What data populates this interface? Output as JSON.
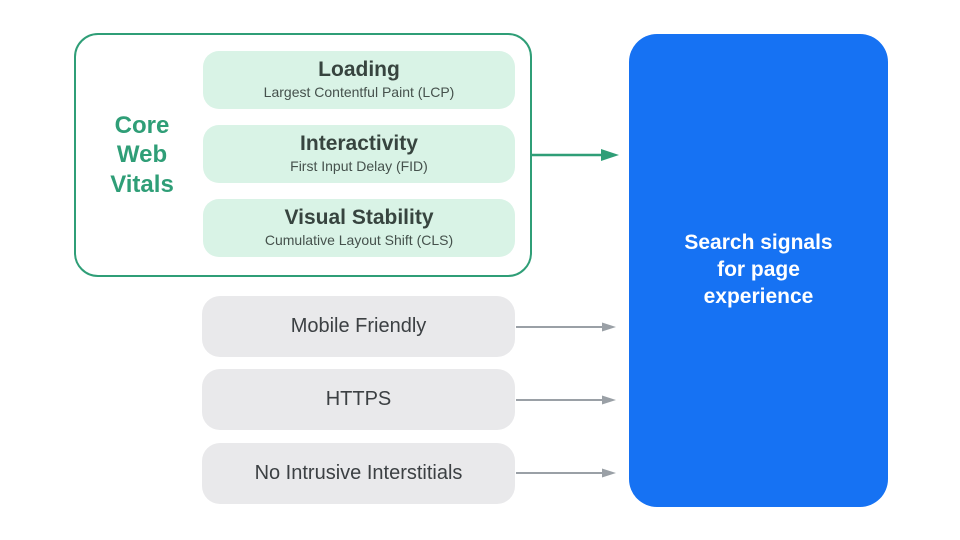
{
  "colors": {
    "green": "#2f9e77",
    "mint": "#d9f3e6",
    "ink": "#37443f",
    "ink-soft": "#45514c",
    "gray-bg": "#e9e9eb",
    "gray-text": "#3c4043",
    "arrow-gray": "#9aa0a6",
    "blue": "#1672f3",
    "white": "#ffffff",
    "bg": "#ffffff"
  },
  "core_web_vitals": {
    "label": "Core Web Vitals",
    "items": [
      {
        "title": "Loading",
        "subtitle": "Largest Contentful Paint (LCP)"
      },
      {
        "title": "Interactivity",
        "subtitle": "First Input Delay (FID)"
      },
      {
        "title": "Visual Stability",
        "subtitle": "Cumulative Layout Shift (CLS)"
      }
    ]
  },
  "other_signals": [
    {
      "label": "Mobile Friendly"
    },
    {
      "label": "HTTPS"
    },
    {
      "label": "No Intrusive Interstitials"
    }
  ],
  "result_box": {
    "label": "Search signals for page experience"
  }
}
